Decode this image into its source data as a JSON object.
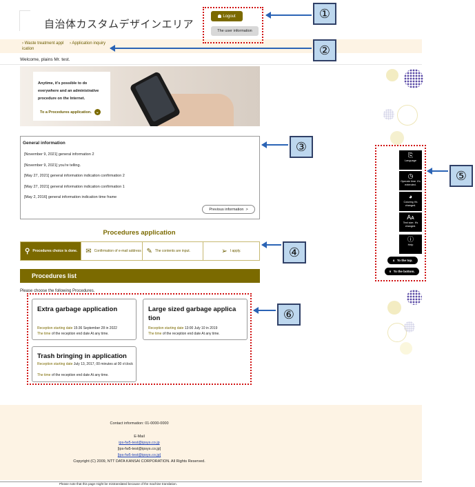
{
  "header": {
    "site_title": "自治体カスタムデザインエリア",
    "logout_label": "Logout",
    "user_info_label": "The user information"
  },
  "breadcrumb": {
    "items": [
      "Waste treatment appl ication",
      "Application inquiry"
    ]
  },
  "welcome_text": "Welcome, plains  Mr. test.",
  "hero": {
    "text": "Anytime, it's possible to do everywhere and an administrative procedure on the Internet.",
    "link_label": "To a Procedures application."
  },
  "general_info": {
    "title": "General information",
    "items": [
      "[November 9, 2021] general information 2",
      "[November 9, 2021] you're telling.",
      "[May 27, 2021] general information indication confirmation 2",
      "[May 27, 2021] general information indication confirmation 1",
      "[May 2, 2016] general information indication time frame"
    ],
    "prev_button": "Previous information"
  },
  "procedures_application": {
    "title": "Procedures application",
    "steps": [
      "Procedures choice is done.",
      "Confirmation of e-mail address",
      "The contents are input.",
      "I apply."
    ]
  },
  "procedures_list": {
    "title": "Procedures list",
    "description": "Please choose the following Procedures.",
    "cards": [
      {
        "title": "Extra garbage application",
        "start_label": "Reception starting date",
        "start_value": "15:36 September 28 in 2022",
        "end_label": "The time",
        "end_value": "of the reception end date At any time."
      },
      {
        "title": "Large sized garbage application",
        "start_label": "Reception starting date",
        "start_value": "13:00 July 10 in 2019",
        "end_label": "The time",
        "end_value": "of the reception end date At any time."
      },
      {
        "title": "Trash bringing in application",
        "start_label": "Reception starting date",
        "start_value": "July 13, 2017, 00 minutes at 00 o'clock",
        "end_label": "The time",
        "end_value": "of the reception end date At any time."
      }
    ]
  },
  "footer": {
    "contact": "Contact information: 01-0000-0000",
    "email_label": "E-Mail",
    "email_1": "ips-fw5-test@ipsys.co.jp",
    "email_2": "[ips-fw5-test@ipsys.co.jp]",
    "email_3": "[ips-fw5-test@ipsys.co.jp]",
    "copyright": "Copyright (C) 2009, NTT DATA KANSAI CORPORATION. All Rights Reserved.",
    "note": "Please note that this page might be mistranslated because of the machine translation."
  },
  "side_menu": {
    "language": "Language",
    "operate_time": "Operate time. It's extended.",
    "coloring": "Coloring It's changed.",
    "text_size": "Text size. It's changed.",
    "help": "Help",
    "to_top": "To the top.",
    "to_bottom": "To the bottom."
  },
  "annotations": [
    "①",
    "②",
    "③",
    "④",
    "⑤",
    "⑥"
  ],
  "colors": {
    "accent": "#7b6a00",
    "annotation_red": "#d01010",
    "annotation_blue": "#bdd7ee",
    "arrow_blue": "#2a63b5",
    "breadcrumb_bg": "#fdf3e4"
  }
}
